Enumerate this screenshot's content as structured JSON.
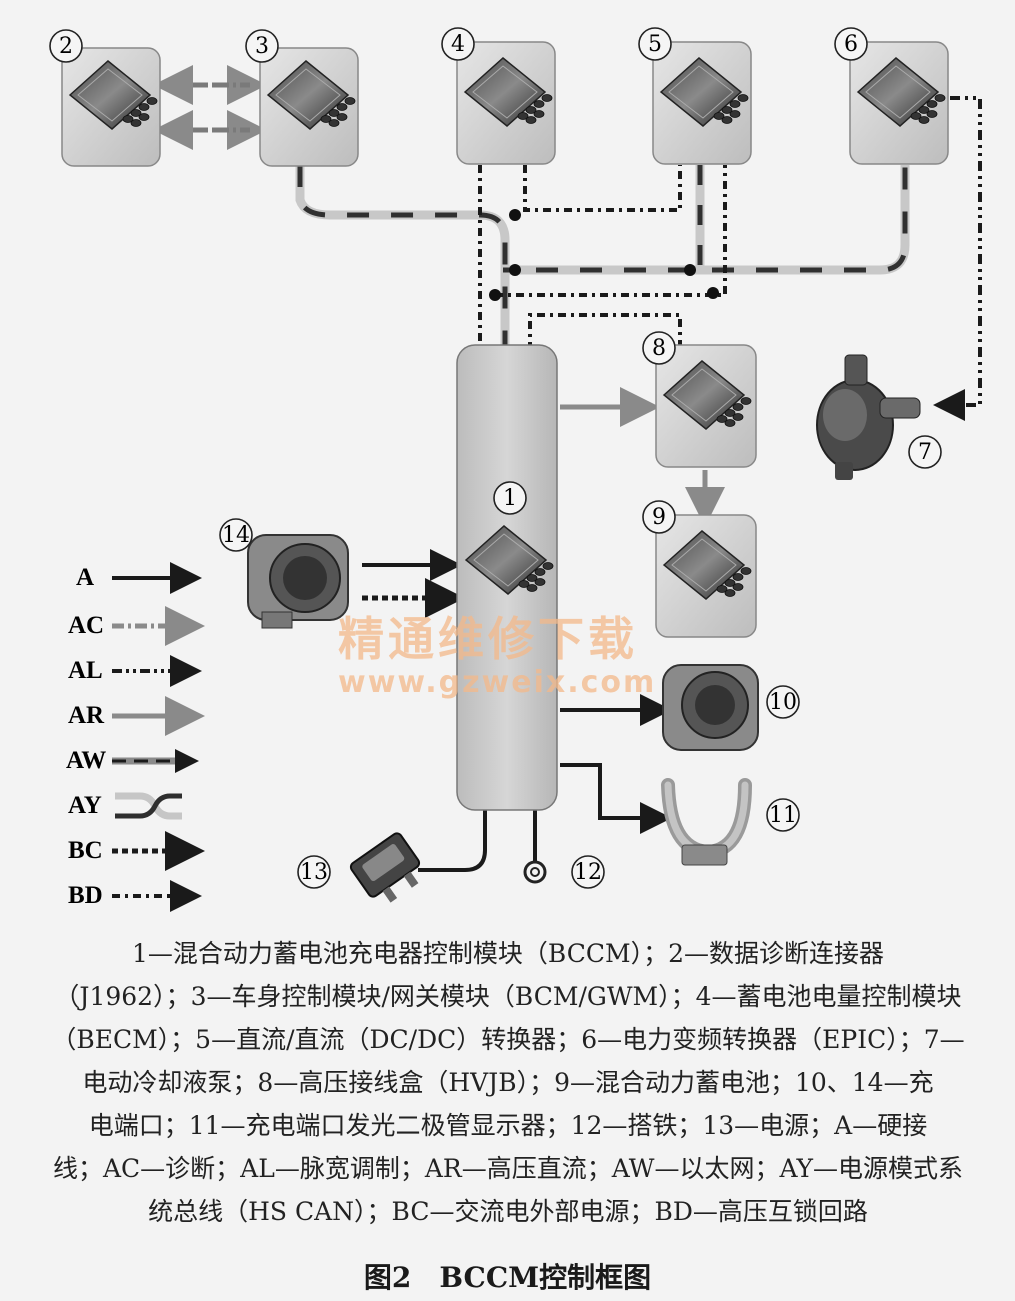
{
  "modules": [
    {
      "num": "1"
    },
    {
      "num": "2"
    },
    {
      "num": "3"
    },
    {
      "num": "4"
    },
    {
      "num": "5"
    },
    {
      "num": "6"
    },
    {
      "num": "7"
    },
    {
      "num": "8"
    },
    {
      "num": "9"
    },
    {
      "num": "10"
    },
    {
      "num": "11"
    },
    {
      "num": "12"
    },
    {
      "num": "13"
    },
    {
      "num": "14"
    }
  ],
  "legend": [
    "A",
    "AC",
    "AL",
    "AR",
    "AW",
    "AY",
    "BC",
    "BD"
  ],
  "watermark": {
    "line1": "精通维修下载",
    "line2": "www.gzweix.com"
  },
  "caption_lines": [
    "1—混合动力蓄电池充电器控制模块（BCCM）；2—数据诊断连接器",
    "（J1962）；3—车身控制模块/网关模块（BCM/GWM）；4—蓄电池电量控制模块",
    "（BECM）；5—直流/直流（DC/DC）转换器；6—电力变频转换器（EPIC）；7—",
    "电动冷却液泵；8—高压接线盒（HVJB）；9—混合动力蓄电池；10、14—充",
    "电端口；11—充电端口发光二极管显示器；12—搭铁；13—电源；A—硬接",
    "线；AC—诊断；AL—脉宽调制；AR—高压直流；AW—以太网；AY—电源模式系",
    "统总线（HS CAN）；BC—交流电外部电源；BD—高压互锁回路"
  ],
  "figure_title": "图2　BCCM控制框图",
  "colors": {
    "hardwire": "#1a1a1a",
    "diag": "#8a8a8a",
    "hvdc": "#8c8c8c",
    "can_light": "#c9c9c9",
    "box": "#d0d0d0"
  }
}
